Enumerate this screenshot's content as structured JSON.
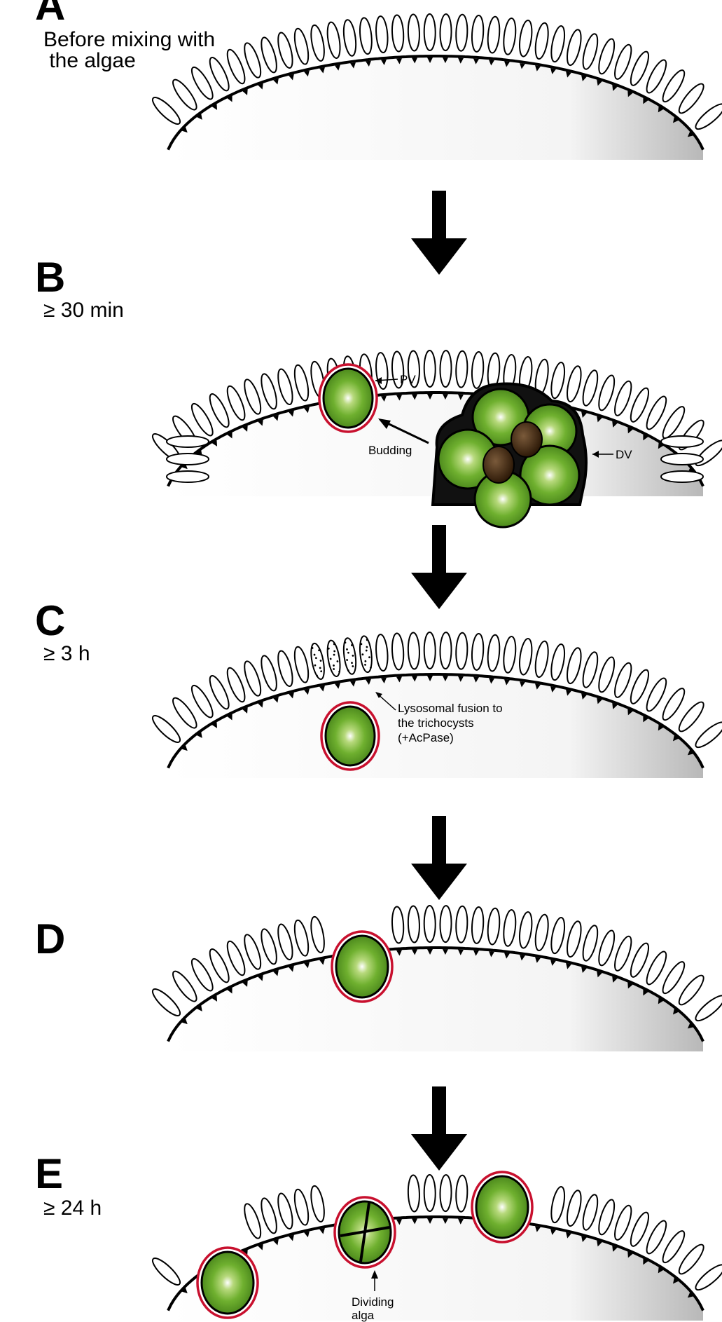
{
  "colors": {
    "membrane": "#000000",
    "cytoplasm_light": "#ffffff",
    "cytoplasm_dark": "#b8b8b8",
    "alga_green": "#5f9e24",
    "alga_highlight": "#ffffff",
    "vacuole_red": "#c8102e",
    "digestive_vacuole": "#111111",
    "brown_body": "#3a2410"
  },
  "panels": {
    "a": {
      "letter": "A",
      "caption_line1": "Before mixing with",
      "caption_line2": " the algae"
    },
    "b": {
      "letter": "B",
      "time": "≥ 30 min",
      "pv_label": "PV",
      "budding_label": "Budding",
      "dv_label": "DV"
    },
    "c": {
      "letter": "C",
      "time": "≥ 3 h",
      "lysosome_line1": "Lysosomal fusion to",
      "lysosome_line2": "the trichocysts",
      "lysosome_line3": "(+AcPase)"
    },
    "d": {
      "letter": "D"
    },
    "e": {
      "letter": "E",
      "time": "≥ 24 h",
      "dividing_line1": "Dividing",
      "dividing_line2": "alga"
    }
  }
}
